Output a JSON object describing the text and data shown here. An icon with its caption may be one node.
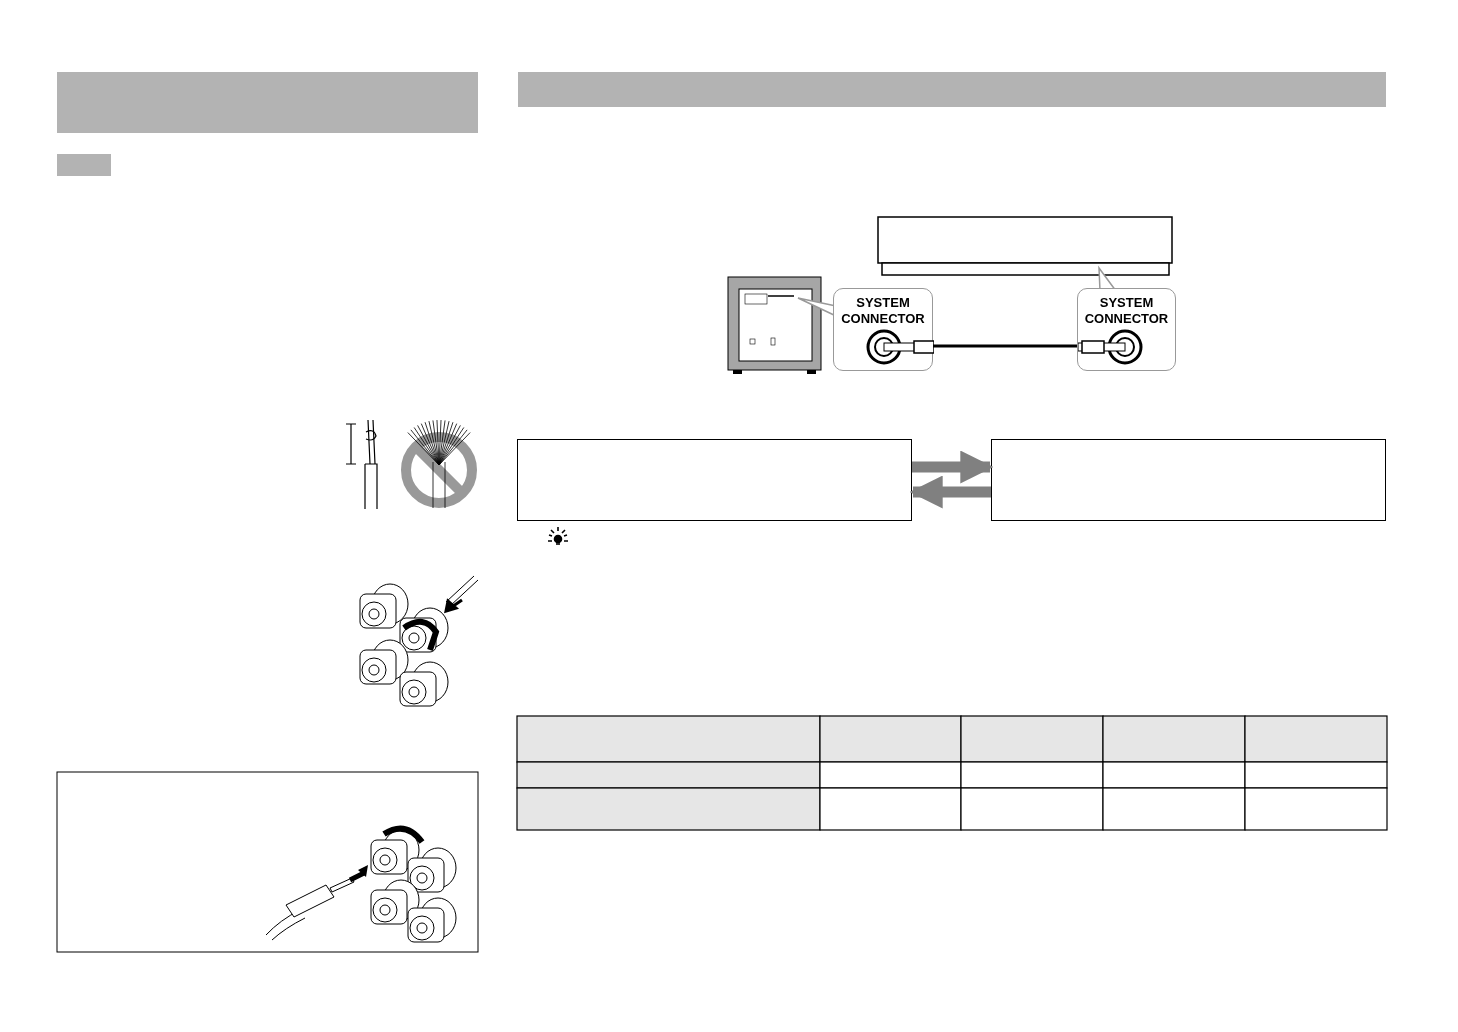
{
  "diagram": {
    "nodes": [
      {
        "text": [
          "SYSTEM CONNECTOR"
        ]
      },
      {
        "text": [
          "SYSTEM CONNECTOR"
        ]
      },
      {
        "text": [],
        "shape": "box"
      },
      {
        "text": [],
        "shape": "box"
      }
    ],
    "edges": [
      {
        "from": 0,
        "to": 1,
        "arrow": "none",
        "color": "#000000"
      },
      {
        "from": 2,
        "to": 3,
        "arrow": "to"
      },
      {
        "from": 3,
        "to": 2,
        "arrow": "to"
      }
    ]
  }
}
